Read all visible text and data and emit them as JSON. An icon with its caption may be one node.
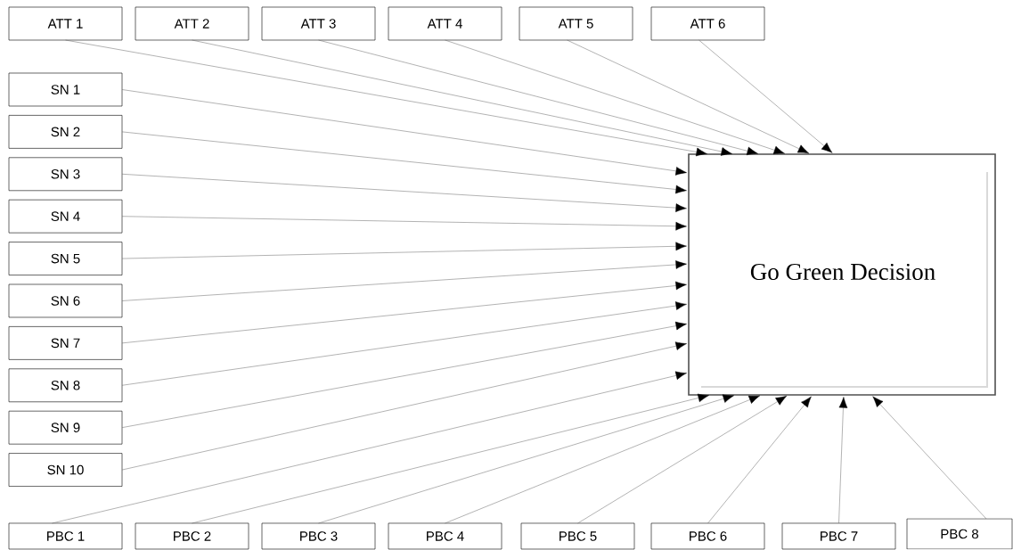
{
  "diagram": {
    "nodes": [
      {
        "text": [
          "ATT 1"
        ]
      },
      {
        "text": [
          "ATT 2"
        ]
      },
      {
        "text": [
          "ATT 3"
        ]
      },
      {
        "text": [
          "ATT 4"
        ]
      },
      {
        "text": [
          "ATT 5"
        ]
      },
      {
        "text": [
          "ATT 6"
        ]
      },
      {
        "text": [
          "SN 1"
        ]
      },
      {
        "text": [
          "SN 2"
        ]
      },
      {
        "text": [
          "SN 3"
        ]
      },
      {
        "text": [
          "SN 4"
        ]
      },
      {
        "text": [
          "SN 5"
        ]
      },
      {
        "text": [
          "SN 6"
        ]
      },
      {
        "text": [
          "SN 7"
        ]
      },
      {
        "text": [
          "SN 8"
        ]
      },
      {
        "text": [
          "SN 9"
        ]
      },
      {
        "text": [
          "SN 10"
        ]
      },
      {
        "text": [
          "Go Green Decision"
        ]
      },
      {
        "text": [
          "PBC 1"
        ]
      },
      {
        "text": [
          "PBC 2"
        ]
      },
      {
        "text": [
          "PBC 3"
        ]
      },
      {
        "text": [
          "PBC 4"
        ]
      },
      {
        "text": [
          "PBC 5"
        ]
      },
      {
        "text": [
          "PBC 6"
        ]
      },
      {
        "text": [
          "PBC 7"
        ]
      },
      {
        "text": [
          "PBC 8"
        ]
      }
    ],
    "edges": [
      {
        "from": 0,
        "to": 16,
        "arrow": "to"
      },
      {
        "from": 1,
        "to": 16,
        "arrow": "to"
      },
      {
        "from": 2,
        "to": 16,
        "arrow": "to"
      },
      {
        "from": 3,
        "to": 16,
        "arrow": "to"
      },
      {
        "from": 4,
        "to": 16,
        "arrow": "to"
      },
      {
        "from": 5,
        "to": 16,
        "arrow": "to"
      },
      {
        "from": 6,
        "to": 16,
        "arrow": "to"
      },
      {
        "from": 7,
        "to": 16,
        "arrow": "to"
      },
      {
        "from": 8,
        "to": 16,
        "arrow": "to"
      },
      {
        "from": 9,
        "to": 16,
        "arrow": "to"
      },
      {
        "from": 10,
        "to": 16,
        "arrow": "to"
      },
      {
        "from": 11,
        "to": 16,
        "arrow": "to"
      },
      {
        "from": 12,
        "to": 16,
        "arrow": "to"
      },
      {
        "from": 13,
        "to": 16,
        "arrow": "to"
      },
      {
        "from": 14,
        "to": 16,
        "arrow": "to"
      },
      {
        "from": 15,
        "to": 16,
        "arrow": "to"
      },
      {
        "from": 17,
        "to": 16,
        "arrow": "to"
      },
      {
        "from": 18,
        "to": 16,
        "arrow": "to"
      },
      {
        "from": 19,
        "to": 16,
        "arrow": "to"
      },
      {
        "from": 20,
        "to": 16,
        "arrow": "to"
      },
      {
        "from": 21,
        "to": 16,
        "arrow": "to"
      },
      {
        "from": 22,
        "to": 16,
        "arrow": "to"
      },
      {
        "from": 23,
        "to": 16,
        "arrow": "to"
      },
      {
        "from": 24,
        "to": 16,
        "arrow": "to"
      }
    ]
  }
}
